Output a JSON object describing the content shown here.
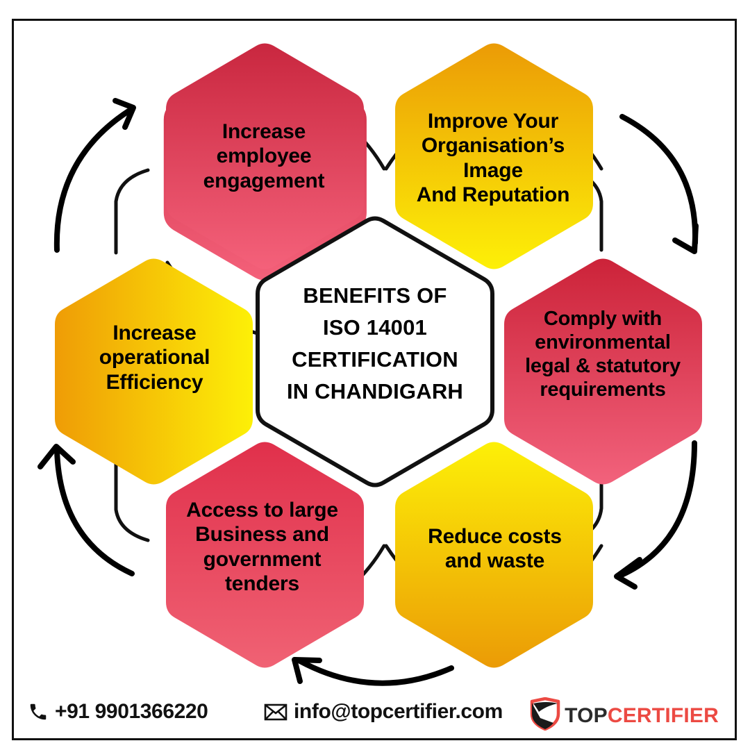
{
  "meta": {
    "poster_title": "BENEFITS OF ISO 14001 CERTIFICATION IN CHANDIGARH",
    "background_color": "#ffffff",
    "frame_color": "#111111"
  },
  "center": {
    "lines": [
      "BENEFITS OF",
      "ISO 14001",
      "CERTIFICATION",
      "IN CHANDIGARH"
    ],
    "shape": "hexagon-outline",
    "fill": "#ffffff",
    "stroke": "#111111"
  },
  "benefits": [
    {
      "id": "employee-engagement",
      "label": "Increase\nemployee\nengagement",
      "color_start": "#c9273f",
      "color_end": "#f4617a",
      "gradient": "vertical",
      "position": "top-left"
    },
    {
      "id": "image-reputation",
      "label": "Improve Your\nOrganisation’s\nImage\nAnd Reputation",
      "color_start": "#eb9b06",
      "color_end": "#fdf007",
      "gradient": "vertical",
      "position": "top-right"
    },
    {
      "id": "legal-compliance",
      "label": "Comply with\nenvironmental\nlegal & statutory\nrequirements",
      "color_start": "#cc2339",
      "color_end": "#f2627c",
      "gradient": "vertical",
      "position": "right"
    },
    {
      "id": "reduce-costs",
      "label": "Reduce costs\nand waste",
      "color_start": "#fdf007",
      "color_end": "#eb9b06",
      "gradient": "vertical",
      "position": "bottom-right"
    },
    {
      "id": "business-tenders",
      "label": "Access to large\nBusiness and\ngovernment\ntenders",
      "color_start": "#e0304b",
      "color_end": "#f06274",
      "gradient": "vertical",
      "position": "bottom-left"
    },
    {
      "id": "operational-efficiency",
      "label": "Increase\noperational\nEfficiency",
      "color_start": "#ef9c06",
      "color_end": "#fdf007",
      "gradient": "horizontal",
      "position": "left"
    }
  ],
  "footer": {
    "phone_icon": "phone-icon",
    "phone": "+91 9901366220",
    "email_icon": "envelope-icon",
    "email": "info@topcertifier.com",
    "logo": {
      "icon": "shield-check-icon",
      "word1": "TOP",
      "word2": "CERTIFIER",
      "word1_color": "#2b2b2b",
      "word2_color": "#ec4a43",
      "shield_color": "#ec4a43"
    }
  },
  "arrows": {
    "count": 4,
    "color": "#000000",
    "direction": "counter-clockwise"
  }
}
